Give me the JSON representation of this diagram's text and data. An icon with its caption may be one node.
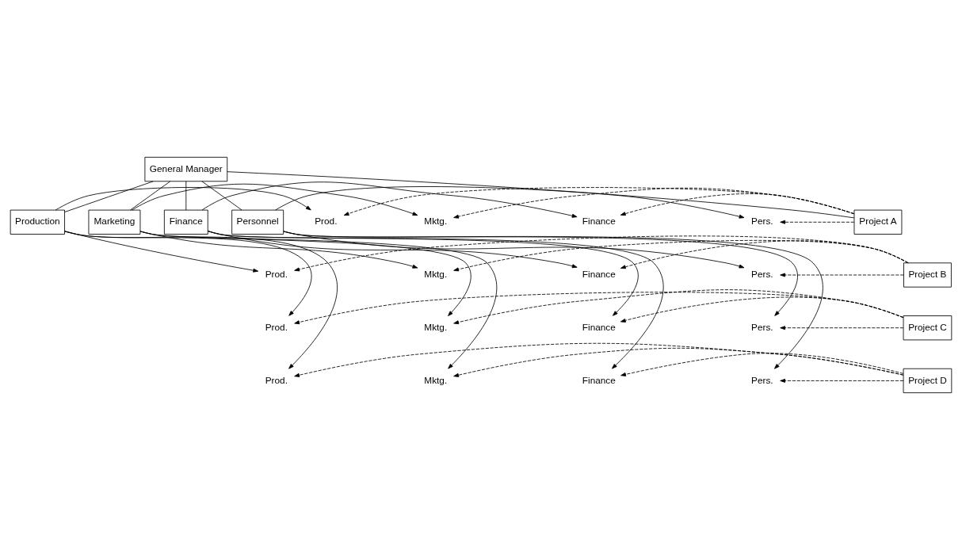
{
  "diagram": {
    "nodes": [
      {
        "text": [
          "General Manager"
        ]
      },
      {
        "text": [
          "Production"
        ]
      },
      {
        "text": [
          "Marketing"
        ]
      },
      {
        "text": [
          "Finance"
        ]
      },
      {
        "text": [
          "Personnel"
        ]
      },
      {
        "text": [
          "Project A"
        ]
      },
      {
        "text": [
          "Project B"
        ]
      },
      {
        "text": [
          "Project C"
        ]
      },
      {
        "text": [
          "Project D"
        ]
      },
      {
        "text": [
          "Prod."
        ]
      },
      {
        "text": [
          "Mktg."
        ]
      },
      {
        "text": [
          "Finance"
        ]
      },
      {
        "text": [
          "Pers."
        ]
      },
      {
        "text": [
          "Prod."
        ]
      },
      {
        "text": [
          "Mktg."
        ]
      },
      {
        "text": [
          "Finance"
        ]
      },
      {
        "text": [
          "Pers."
        ]
      },
      {
        "text": [
          "Prod."
        ]
      },
      {
        "text": [
          "Mktg."
        ]
      },
      {
        "text": [
          "Finance"
        ]
      },
      {
        "text": [
          "Pers."
        ]
      },
      {
        "text": [
          "Prod."
        ]
      },
      {
        "text": [
          "Mktg."
        ]
      },
      {
        "text": [
          "Finance"
        ]
      },
      {
        "text": [
          "Pers."
        ]
      }
    ],
    "edges": [
      {
        "from": 0,
        "to": 1,
        "arrow": "none"
      },
      {
        "from": 0,
        "to": 2,
        "arrow": "none"
      },
      {
        "from": 0,
        "to": 3,
        "arrow": "none"
      },
      {
        "from": 0,
        "to": 4,
        "arrow": "none"
      },
      {
        "from": 0,
        "to": 5,
        "arrow": "none"
      },
      {
        "from": 1,
        "to": 9,
        "arrow": "to"
      },
      {
        "from": 1,
        "to": 13,
        "arrow": "to"
      },
      {
        "from": 1,
        "to": 17,
        "arrow": "to"
      },
      {
        "from": 1,
        "to": 21,
        "arrow": "to"
      },
      {
        "from": 2,
        "to": 10,
        "arrow": "to"
      },
      {
        "from": 2,
        "to": 14,
        "arrow": "to"
      },
      {
        "from": 2,
        "to": 18,
        "arrow": "to"
      },
      {
        "from": 2,
        "to": 22,
        "arrow": "to"
      },
      {
        "from": 3,
        "to": 11,
        "arrow": "to"
      },
      {
        "from": 3,
        "to": 15,
        "arrow": "to"
      },
      {
        "from": 3,
        "to": 19,
        "arrow": "to"
      },
      {
        "from": 3,
        "to": 23,
        "arrow": "to"
      },
      {
        "from": 4,
        "to": 12,
        "arrow": "to"
      },
      {
        "from": 4,
        "to": 16,
        "arrow": "to"
      },
      {
        "from": 4,
        "to": 20,
        "arrow": "to"
      },
      {
        "from": 4,
        "to": 24,
        "arrow": "to"
      },
      {
        "from": 5,
        "to": 9,
        "arrow": "to",
        "style": "dashed"
      },
      {
        "from": 5,
        "to": 10,
        "arrow": "to",
        "style": "dashed"
      },
      {
        "from": 5,
        "to": 11,
        "arrow": "to",
        "style": "dashed"
      },
      {
        "from": 5,
        "to": 12,
        "arrow": "to",
        "style": "dashed"
      },
      {
        "from": 6,
        "to": 13,
        "arrow": "to",
        "style": "dashed"
      },
      {
        "from": 6,
        "to": 14,
        "arrow": "to",
        "style": "dashed"
      },
      {
        "from": 6,
        "to": 15,
        "arrow": "to",
        "style": "dashed"
      },
      {
        "from": 6,
        "to": 16,
        "arrow": "to",
        "style": "dashed"
      },
      {
        "from": 7,
        "to": 17,
        "arrow": "to",
        "style": "dashed"
      },
      {
        "from": 7,
        "to": 18,
        "arrow": "to",
        "style": "dashed"
      },
      {
        "from": 7,
        "to": 19,
        "arrow": "to",
        "style": "dashed"
      },
      {
        "from": 7,
        "to": 20,
        "arrow": "to",
        "style": "dashed"
      },
      {
        "from": 8,
        "to": 21,
        "arrow": "to",
        "style": "dashed"
      },
      {
        "from": 8,
        "to": 22,
        "arrow": "to",
        "style": "dashed"
      },
      {
        "from": 8,
        "to": 23,
        "arrow": "to",
        "style": "dashed"
      },
      {
        "from": 8,
        "to": 24,
        "arrow": "to",
        "style": "dashed"
      }
    ]
  }
}
